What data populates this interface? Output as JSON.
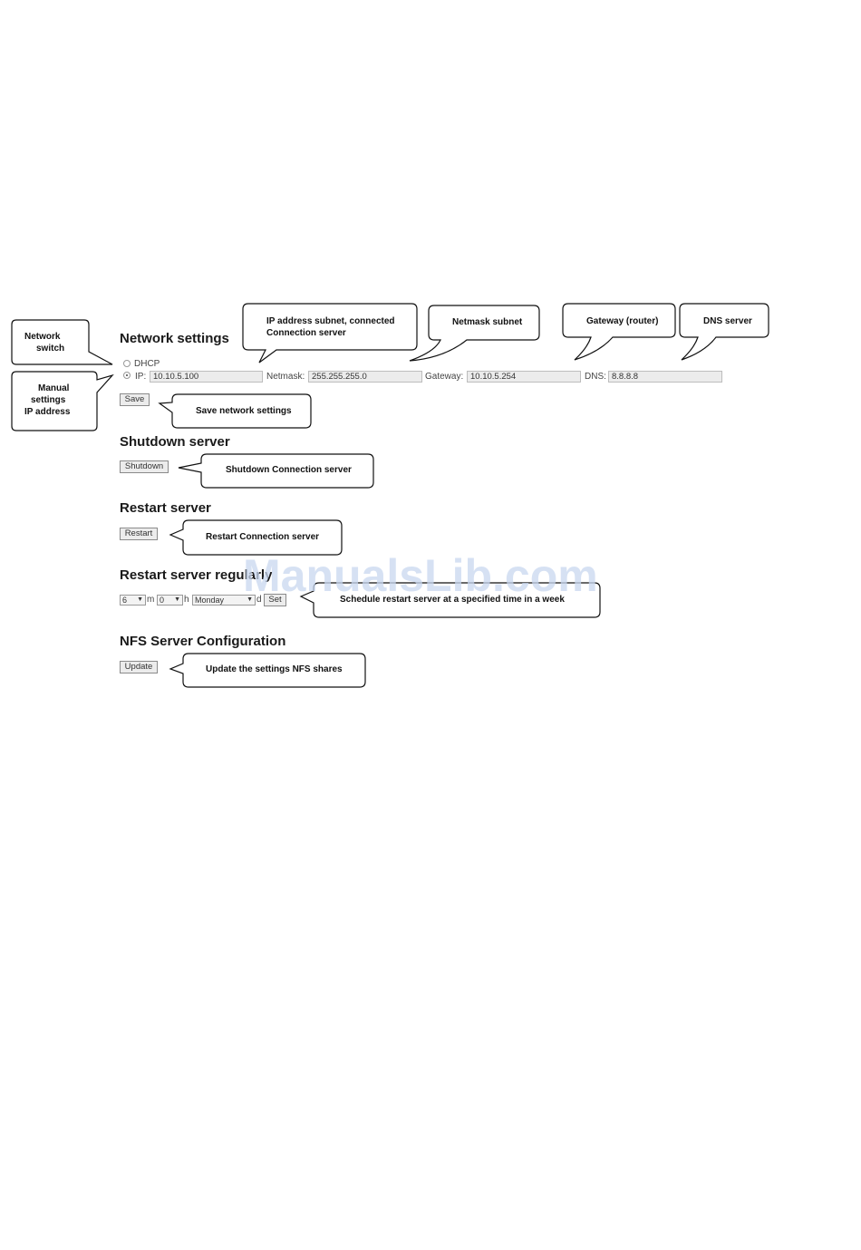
{
  "network": {
    "title": "Network settings",
    "dhcp_label": "DHCP",
    "ip_label": "IP:",
    "ip_value": "10.10.5.100",
    "netmask_label": "Netmask:",
    "netmask_value": "255.255.255.0",
    "gateway_label": "Gateway:",
    "gateway_value": "10.10.5.254",
    "dns_label": "DNS:",
    "dns_value": "8.8.8.8",
    "save_label": "Save"
  },
  "shutdown": {
    "title": "Shutdown server",
    "button_label": "Shutdown"
  },
  "restart": {
    "title": "Restart server",
    "button_label": "Restart"
  },
  "schedule": {
    "title": "Restart server regularly",
    "minute_value": "6",
    "minute_unit": "m",
    "hour_value": "0",
    "hour_unit": "h",
    "day_value": "Monday",
    "day_unit": "d",
    "set_label": "Set"
  },
  "nfs": {
    "title": "NFS Server Configuration",
    "button_label": "Update"
  },
  "callouts": {
    "network_switch": [
      "Network",
      "switch"
    ],
    "manual_settings": [
      "Manual",
      "settings",
      "IP address"
    ],
    "ip_subnet": [
      "IP address subnet, connected",
      "Connection server"
    ],
    "netmask": "Netmask subnet",
    "gateway": "Gateway (router)",
    "dns": "DNS server",
    "save": "Save network settings",
    "shutdown": "Shutdown Connection server",
    "restart": "Restart Connection server",
    "schedule": "Schedule restart server at a specified time in a week",
    "nfs": "Update the settings NFS shares"
  },
  "watermark": "ManualsLib.com"
}
